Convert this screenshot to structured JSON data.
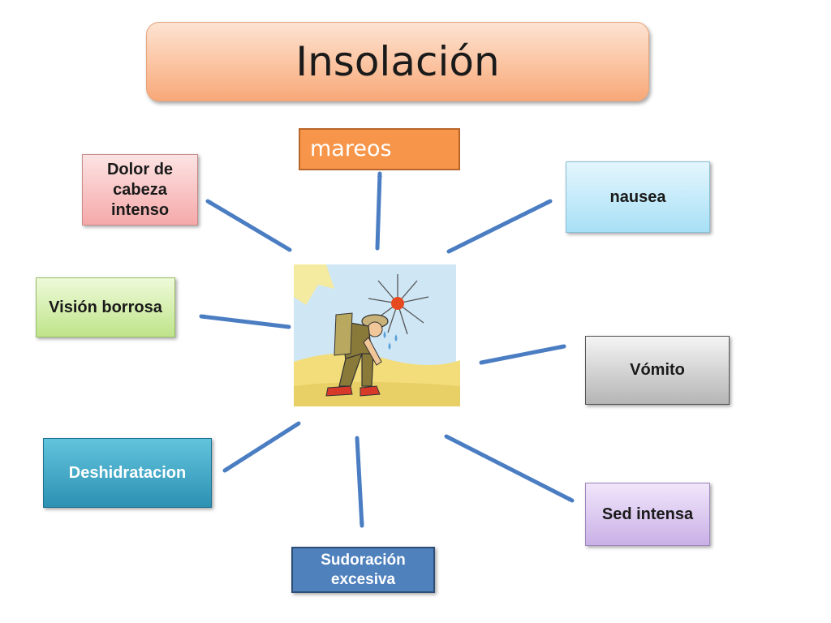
{
  "title": "Insolación",
  "nodes": {
    "dolor": "Dolor de cabeza intenso",
    "mareos": "mareos",
    "nausea": "nausea",
    "vision": "Visión borrosa",
    "vomito": "Vómito",
    "deshidratacion": "Deshidratacion",
    "sed": "Sed intensa",
    "sudoracion": "Sudoración excesiva"
  },
  "colors": {
    "arrow": "#4a7dc2",
    "title_fill": "#fbc3a0",
    "mareos_fill": "#f7964a",
    "sudoracion_fill": "#4f81bd",
    "deshidratacion_fill": "#2c91b3"
  },
  "picture": {
    "icon": "hiker-under-sun-illustration"
  }
}
